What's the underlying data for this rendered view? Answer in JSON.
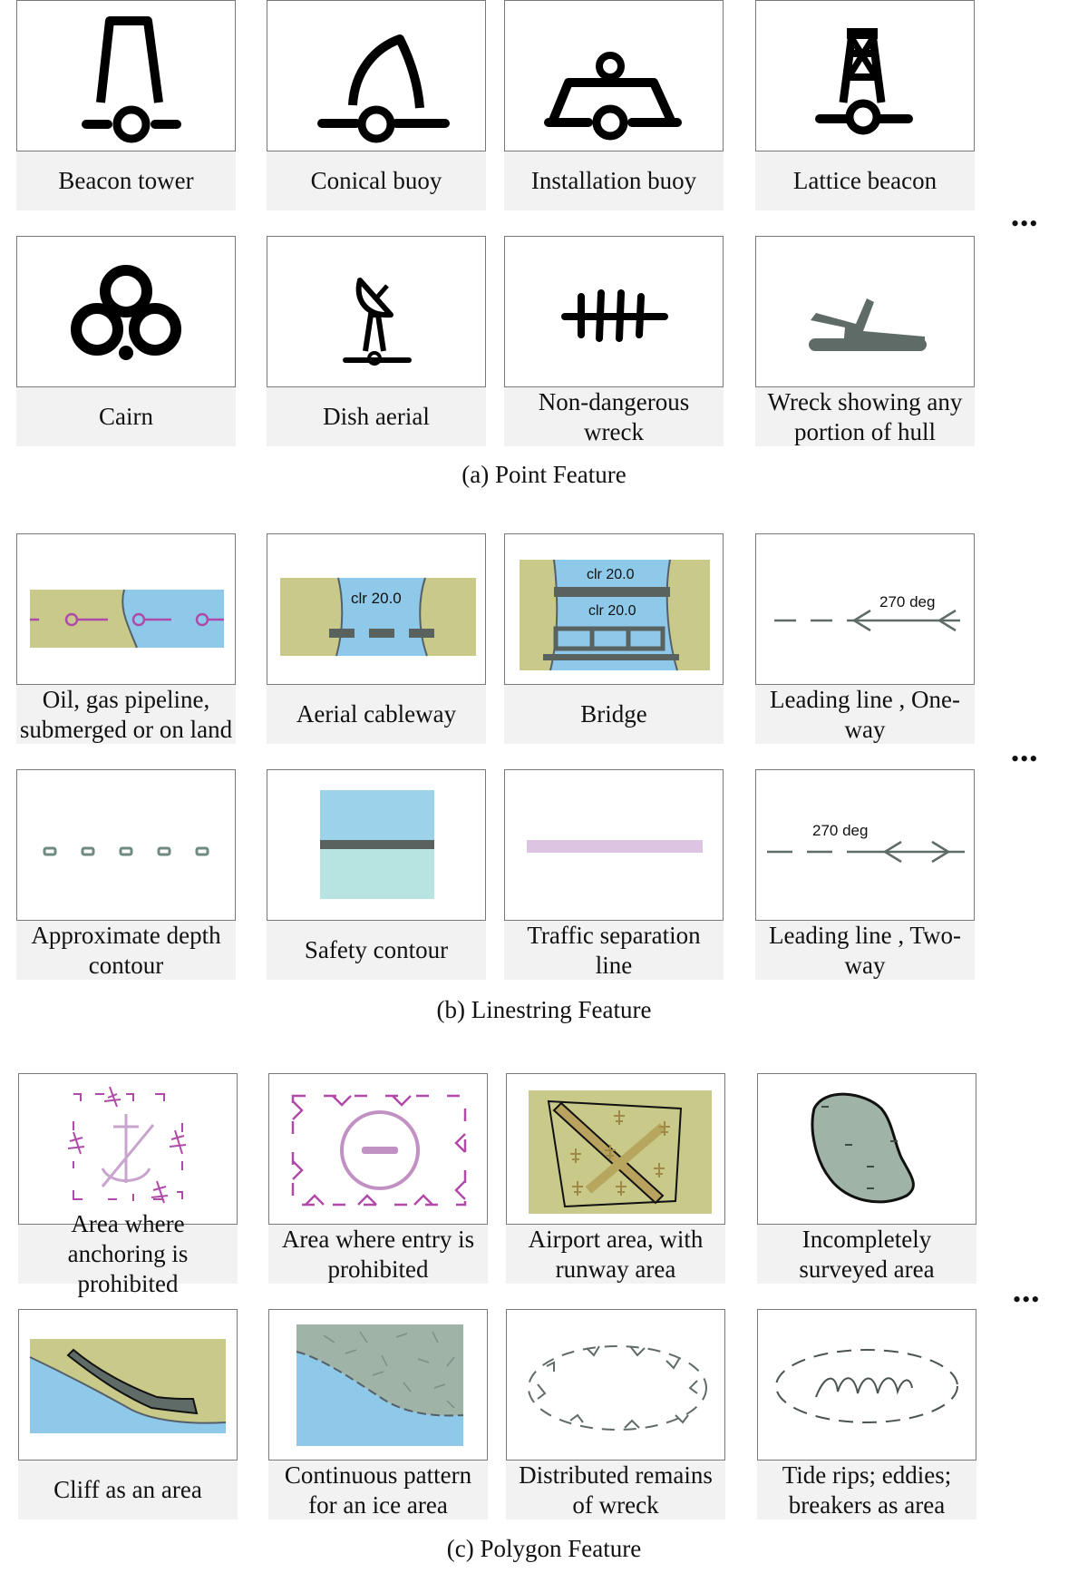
{
  "sections": [
    {
      "caption": "(a) Point Feature",
      "cards": [
        {
          "label": "Beacon tower",
          "icon": "beacon-tower-icon"
        },
        {
          "label": "Conical buoy",
          "icon": "conical-buoy-icon"
        },
        {
          "label": "Installation buoy",
          "icon": "installation-buoy-icon"
        },
        {
          "label": "Lattice beacon",
          "icon": "lattice-beacon-icon"
        },
        {
          "label": "Cairn",
          "icon": "cairn-icon"
        },
        {
          "label": "Dish aerial",
          "icon": "dish-aerial-icon"
        },
        {
          "label": "Non-dangerous wreck",
          "icon": "non-dangerous-wreck-icon"
        },
        {
          "label": "Wreck showing any portion of hull",
          "icon": "wreck-hull-icon"
        }
      ]
    },
    {
      "caption": "(b) Linestring Feature",
      "cards": [
        {
          "label": "Oil, gas pipeline, submerged or on land",
          "icon": "pipeline-icon"
        },
        {
          "label": "Aerial cableway",
          "icon": "aerial-cableway-icon",
          "text": "clr 20.0"
        },
        {
          "label": "Bridge",
          "icon": "bridge-icon",
          "text": "clr 20.0",
          "text2": "clr 20.0"
        },
        {
          "label": "Leading line , One-way",
          "icon": "leading-line-one-way-icon",
          "text": "270 deg"
        },
        {
          "label": "Approximate depth contour",
          "icon": "approximate-depth-contour-icon"
        },
        {
          "label": "Safety contour",
          "icon": "safety-contour-icon"
        },
        {
          "label": "Traffic separation line",
          "icon": "traffic-separation-line-icon"
        },
        {
          "label": "Leading line , Two-way",
          "icon": "leading-line-two-way-icon",
          "text": "270 deg"
        }
      ]
    },
    {
      "caption": "(c) Polygon Feature",
      "cards": [
        {
          "label": "Area where anchoring is prohibited",
          "icon": "anchoring-prohibited-icon"
        },
        {
          "label": "Area where entry is prohibited",
          "icon": "entry-prohibited-icon"
        },
        {
          "label": "Airport area, with runway area",
          "icon": "airport-area-icon"
        },
        {
          "label": "Incompletely surveyed area",
          "icon": "incompletely-surveyed-icon"
        },
        {
          "label": "Cliff as an area",
          "icon": "cliff-area-icon"
        },
        {
          "label": "Continuous pattern for an ice area",
          "icon": "ice-area-icon"
        },
        {
          "label": "Distributed remains of wreck",
          "icon": "distributed-wreck-icon"
        },
        {
          "label": "Tide rips; eddies; breakers as area",
          "icon": "tide-rips-icon"
        }
      ]
    }
  ],
  "more_indicator": "•••",
  "colors": {
    "land": "#c9c98a",
    "water": "#8ec9ea",
    "magenta": "#b04aa9",
    "gray": "#5f6b66",
    "ice": "#9fb3a6"
  }
}
